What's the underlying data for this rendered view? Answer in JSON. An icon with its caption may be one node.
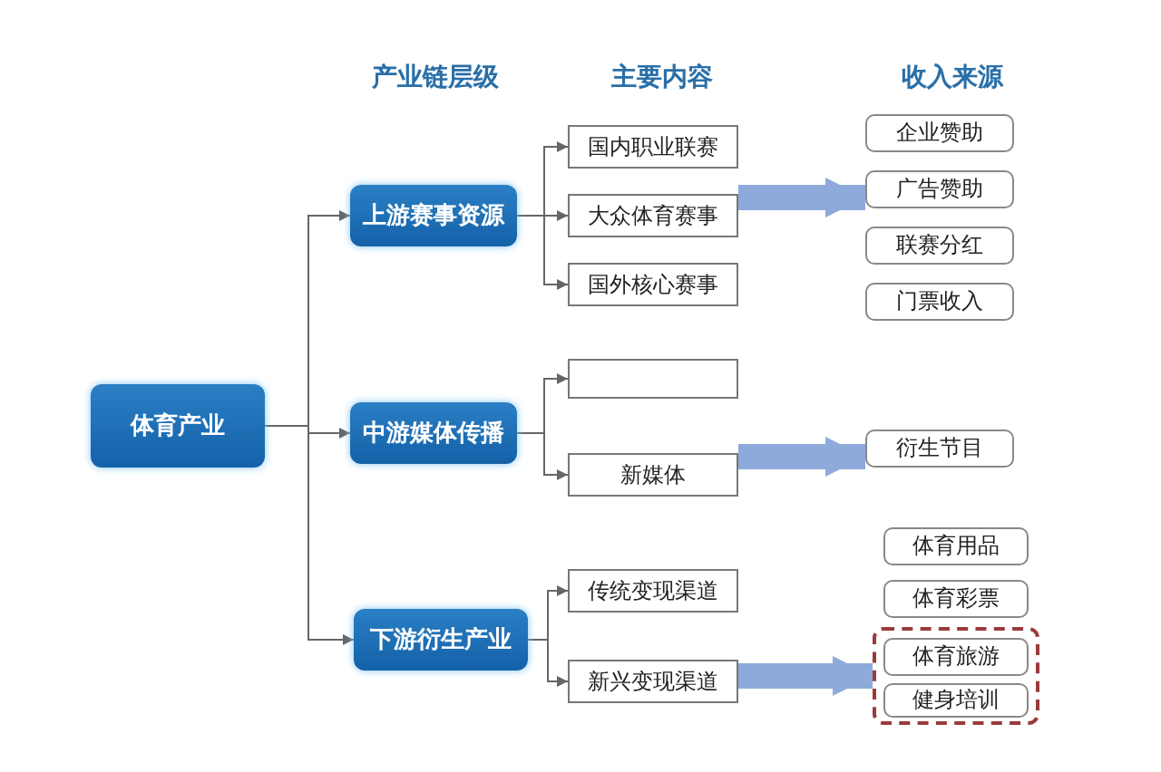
{
  "diagram": {
    "nodes": [
      {
        "text": [
          "体育产业"
        ]
      },
      {
        "text": [
          "上游赛事资源"
        ]
      },
      {
        "text": [
          "中游媒体传播"
        ]
      },
      {
        "text": [
          "下游衍生产业"
        ]
      },
      {
        "text": [
          "国内职业联赛"
        ]
      },
      {
        "text": [
          "大众体育赛事"
        ]
      },
      {
        "text": [
          "国外核心赛事"
        ]
      },
      {
        "text": [],
        "shape": "box"
      },
      {
        "text": [
          "新媒体"
        ]
      },
      {
        "text": [
          "传统变现渠道"
        ]
      },
      {
        "text": [
          "新兴变现渠道"
        ]
      },
      {
        "text": [
          "企业赞助"
        ]
      },
      {
        "text": [
          "广告赞助"
        ]
      },
      {
        "text": [
          "联赛分红"
        ]
      },
      {
        "text": [
          "门票收入"
        ]
      },
      {
        "text": [
          "衍生节目"
        ]
      },
      {
        "text": [
          "体育用品"
        ]
      },
      {
        "text": [
          "体育彩票"
        ]
      },
      {
        "text": [],
        "shape": "box"
      },
      {
        "text": [
          "体育旅游"
        ],
        "in": 18
      },
      {
        "text": [
          "健身培训"
        ],
        "in": 18
      }
    ],
    "edges": [
      {
        "from": 0,
        "to": 1,
        "arrow": "to"
      },
      {
        "from": 0,
        "to": 2,
        "arrow": "to"
      },
      {
        "from": 0,
        "to": 3,
        "arrow": "to"
      },
      {
        "from": 1,
        "to": 4,
        "arrow": "to"
      },
      {
        "from": 1,
        "to": 5,
        "arrow": "to"
      },
      {
        "from": 1,
        "to": 6,
        "arrow": "to"
      },
      {
        "from": 2,
        "to": 7,
        "arrow": "to"
      },
      {
        "from": 2,
        "to": 8,
        "arrow": "to"
      },
      {
        "from": 3,
        "to": 9,
        "arrow": "to"
      },
      {
        "from": 3,
        "to": 10,
        "arrow": "to"
      },
      {
        "from": 5,
        "to": 12,
        "arrow": "to",
        "style": "thick",
        "color": "#8eaadb"
      },
      {
        "from": 8,
        "to": 15,
        "arrow": "to",
        "style": "thick",
        "color": "#8eaadb"
      },
      {
        "from": 10,
        "to": 18,
        "arrow": "to",
        "style": "thick",
        "color": "#8eaadb"
      }
    ],
    "labels": [
      "产业链层级",
      "主要内容",
      "收入来源"
    ]
  }
}
